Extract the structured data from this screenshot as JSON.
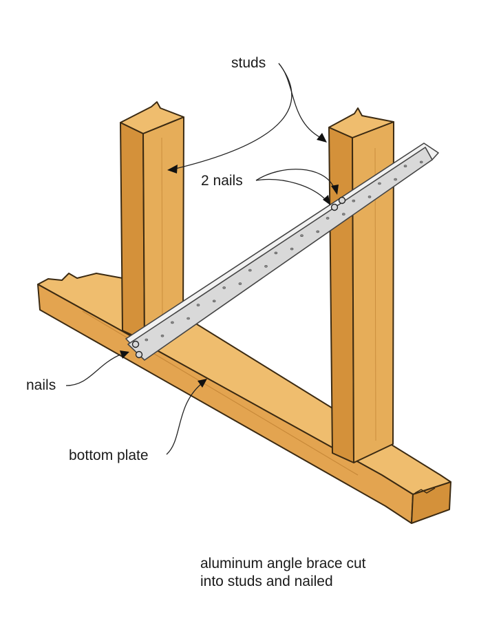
{
  "labels": {
    "studs": "studs",
    "two_nails": "2 nails",
    "nails": "nails",
    "bottom_plate": "bottom plate"
  },
  "caption": {
    "line1": "aluminum angle brace cut",
    "line2": "into studs and nailed"
  },
  "colors": {
    "wood_face": "#e6ad59",
    "wood_side": "#d4913a",
    "wood_top": "#efbd6e",
    "wood_outline": "#3b2a12",
    "brace_face": "#d9d9d9",
    "brace_edge": "#f2f2f2",
    "text": "#1a1a1a"
  }
}
